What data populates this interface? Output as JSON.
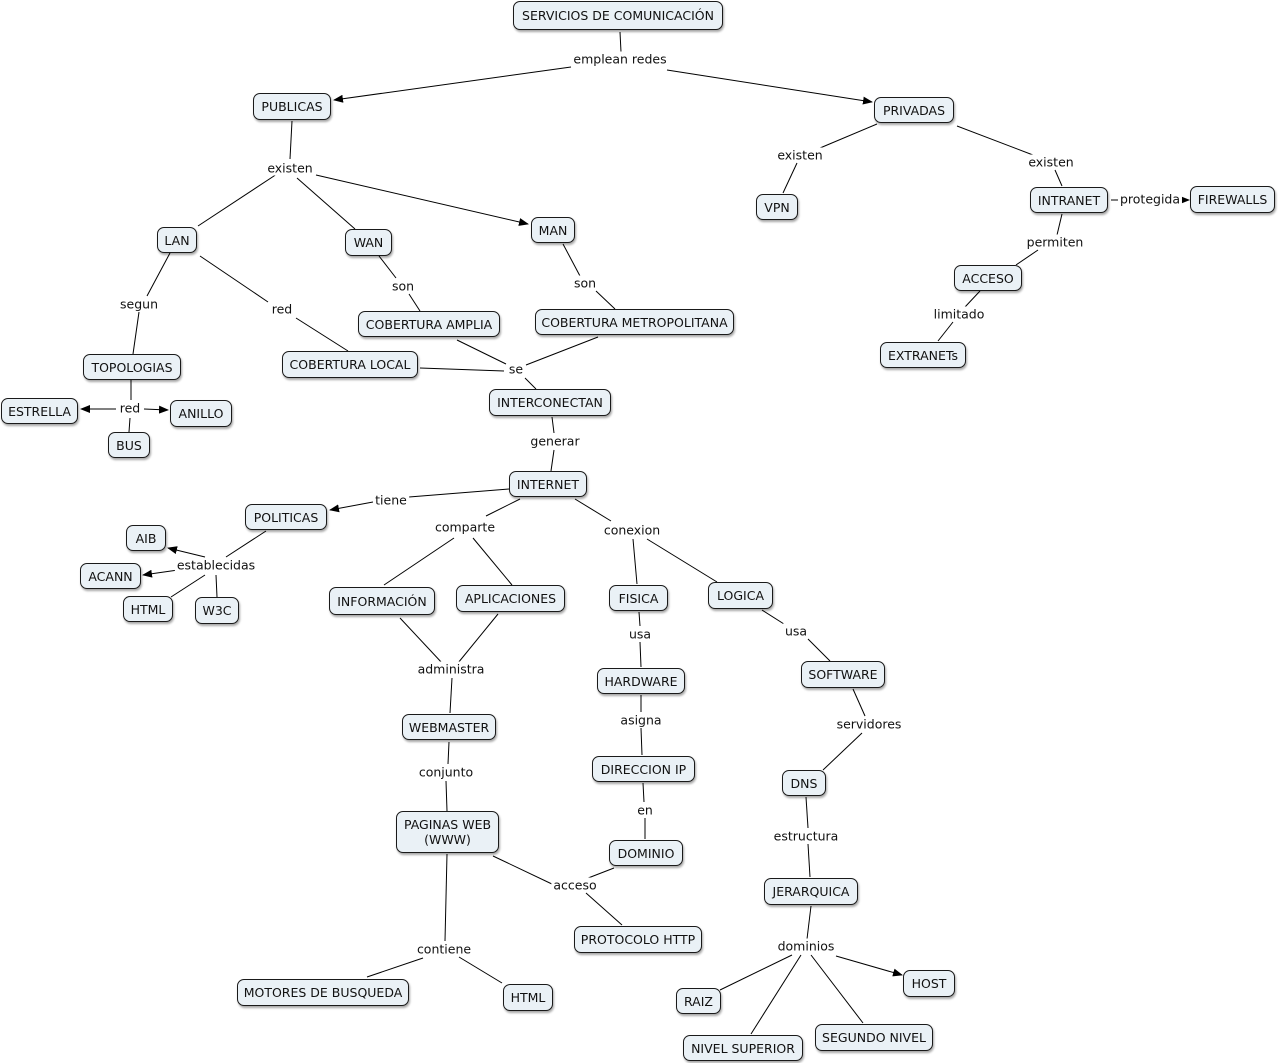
{
  "concept_map": {
    "nodes": {
      "servicios": "SERVICIOS DE COMUNICACIÓN",
      "publicas": "PUBLICAS",
      "privadas": "PRIVADAS",
      "lan": "LAN",
      "wan": "WAN",
      "man": "MAN",
      "vpn": "VPN",
      "intranet": "INTRANET",
      "firewalls": "FIREWALLS",
      "acceso_node": "ACCESO",
      "extranets": "EXTRANETs",
      "topologias": "TOPOLOGIAS",
      "cobertura_local": "COBERTURA LOCAL",
      "cobertura_amplia": "COBERTURA AMPLIA",
      "cobertura_metropolitana": "COBERTURA METROPOLITANA",
      "estrella": "ESTRELLA",
      "anillo": "ANILLO",
      "bus": "BUS",
      "interconectan": "INTERCONECTAN",
      "internet": "INTERNET",
      "politicas": "POLITICAS",
      "aib": "AIB",
      "acann": "ACANN",
      "html_politicas": "HTML",
      "w3c": "W3C",
      "informacion": "INFORMACIÓN",
      "aplicaciones": "APLICACIONES",
      "fisica": "FISICA",
      "logica": "LOGICA",
      "hardware": "HARDWARE",
      "software": "SOFTWARE",
      "webmaster": "WEBMASTER",
      "direccion_ip": "DIRECCION IP",
      "dns": "DNS",
      "paginas_web": "PAGINAS WEB\n(WWW)",
      "dominio": "DOMINIO",
      "jerarquica": "JERARQUICA",
      "protocolo_http": "PROTOCOLO HTTP",
      "motores": "MOTORES DE BUSQUEDA",
      "html_paginas": "HTML",
      "raiz": "RAIZ",
      "host": "HOST",
      "nivel_superior": "NIVEL SUPERIOR",
      "segundo_nivel": "SEGUNDO NIVEL"
    },
    "linking_phrases": {
      "emplean_redes": "emplean redes",
      "existen_pub": "existen",
      "existen_priv_a": "existen",
      "existen_priv_b": "existen",
      "protegida": "protegida",
      "permiten": "permiten",
      "limitado": "limitado",
      "segun": "segun",
      "red_lan": "red",
      "son_wan": "son",
      "son_man": "son",
      "red_topo": "red",
      "se": "se",
      "generar": "generar",
      "tiene": "tiene",
      "comparte": "comparte",
      "conexion": "conexion",
      "establecidas": "establecidas",
      "administra": "administra",
      "usa_fisica": "usa",
      "usa_logica": "usa",
      "asigna": "asigna",
      "servidores": "servidores",
      "conjunto": "conjunto",
      "en": "en",
      "estructura": "estructura",
      "acceso_link": "acceso",
      "contiene": "contiene",
      "dominios": "dominios"
    }
  }
}
